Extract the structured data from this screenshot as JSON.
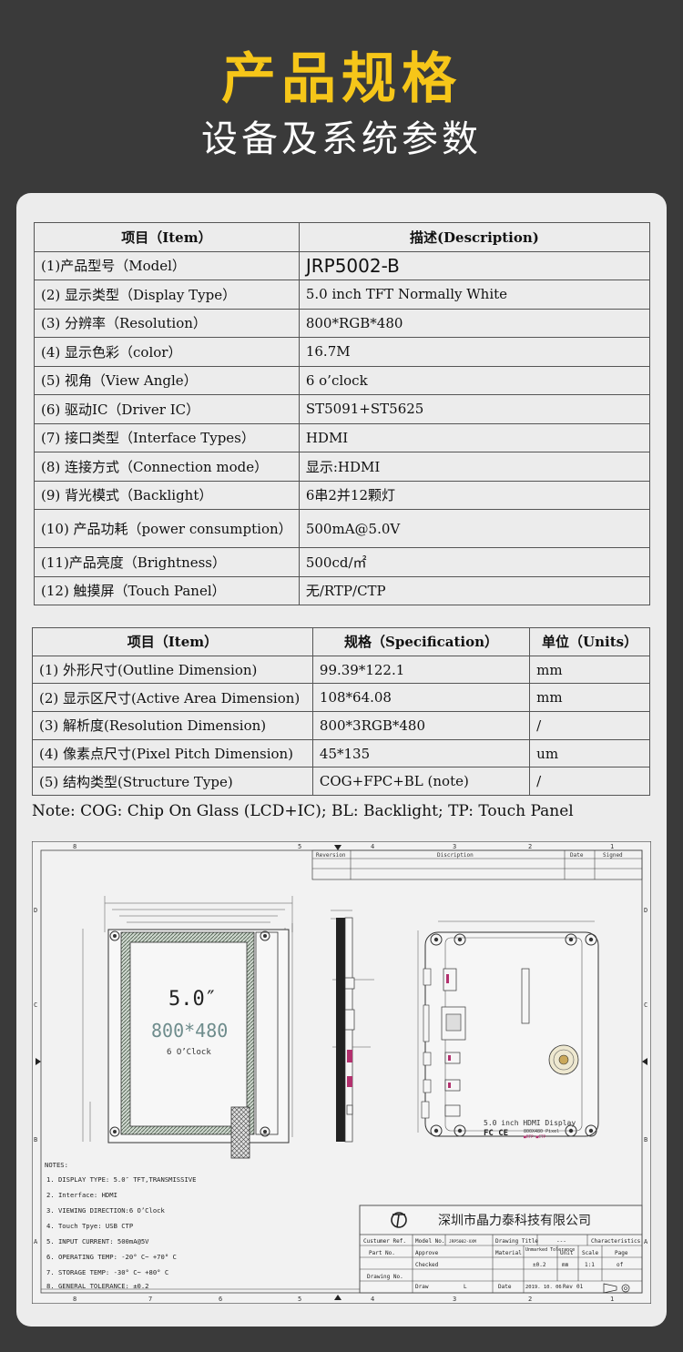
{
  "header": {
    "title": "产品规格",
    "subtitle": "设备及系统参数"
  },
  "table1": {
    "headers": [
      "项目（Item）",
      "描述(Description)"
    ],
    "rows": [
      [
        "(1)产品型号（Model）",
        "JRP5002-B"
      ],
      [
        "(2) 显示类型（Display Type）",
        "5.0 inch TFT Normally White"
      ],
      [
        "(3) 分辨率（Resolution）",
        "800*RGB*480"
      ],
      [
        "(4) 显示色彩（color）",
        "16.7M"
      ],
      [
        "(5) 视角（View Angle）",
        "6  o’clock"
      ],
      [
        "(6) 驱动IC（Driver IC）",
        "ST5091+ST5625"
      ],
      [
        "(7) 接口类型（Interface Types）",
        "HDMI"
      ],
      [
        "(8) 连接方式（Connection mode）",
        "显示:HDMI"
      ],
      [
        "(9) 背光模式（Backlight）",
        "6串2并12颗灯"
      ],
      [
        "(10) 产品功耗（power consumption）",
        "500mA@5.0V"
      ],
      [
        "(11)产品亮度（Brightness）",
        "500cd/㎡"
      ],
      [
        "(12) 触摸屏（Touch Panel）",
        "无/RTP/CTP"
      ]
    ]
  },
  "table2": {
    "headers": [
      "项目（Item）",
      "规格（Specification）",
      "单位（Units）"
    ],
    "rows": [
      [
        "(1) 外形尺寸(Outline Dimension)",
        "99.39*122.1",
        "mm"
      ],
      [
        "(2) 显示区尺寸(Active Area Dimension)",
        "108*64.08",
        "mm"
      ],
      [
        "(3) 解析度(Resolution Dimension)",
        "800*3RGB*480",
        "/"
      ],
      [
        "(4) 像素点尺寸(Pixel Pitch Dimension)",
        "45*135",
        "um"
      ],
      [
        "(5) 结构类型(Structure Type)",
        "COG+FPC+BL (note)",
        "/"
      ]
    ]
  },
  "note": "Note: COG: Chip On Glass (LCD+IC); BL: Backlight; TP: Touch Panel",
  "drawing": {
    "display_size": "5.0″",
    "resolution": "800*480",
    "view": "6 O’Clock",
    "board_label": "5.0 inch HDMI Display",
    "board_sub": "800X480 Pixel",
    "board_sub2": "■RTP ■CTP",
    "cert": "FC CE",
    "notes": [
      "NOTES:",
      "1. DISPLAY TYPE: 5.0″ TFT,TRANSMISSIVE",
      "2. Interface: HDMI",
      "3. VIEWING DIRECTION:6 O’Clock",
      "4. Touch Tpye: USB CTP",
      "5. INPUT CURRENT: 500mA@5V",
      "6. OPERATING TEMP: -20° C~ +70° C",
      "7. STORAGE TEMP: -30° C~ +80° C",
      "8. GENERAL TOLERANCE: ±0.2"
    ],
    "company": "深圳市晶力泰科技有限公司",
    "revision_headers": [
      "Reversion",
      "Discription",
      "Date",
      "Signed"
    ],
    "title_block": {
      "customer_ref": "Custumer Ref.",
      "model_no": "Model No.",
      "model_val": "JRP5002-XXM",
      "drawing_title": "Drawing Title",
      "drawing_title_val": "---",
      "characteristics": "Characteristics",
      "part_no": "Part No.",
      "approve": "Approve",
      "material": "Material",
      "unmarked": "Unmarked Tolerance",
      "unit": "Unit",
      "scale": "Scale",
      "page": "Page",
      "checked": "Checked",
      "tol_val": "±0.2",
      "unit_val": "mm",
      "scale_val": "1:1",
      "page_val": "of",
      "drawing_no": "Drawing No.",
      "draw": "Draw",
      "draw_val": "L",
      "date": "Date",
      "date_val": "2019. 10. 06",
      "rev": "Rev",
      "rev_val": "01"
    },
    "top_ruler": [
      "8",
      "5",
      "4",
      "3",
      "2",
      "1"
    ],
    "bottom_ruler": [
      "8",
      "7",
      "6",
      "5",
      "4",
      "3",
      "2",
      "1"
    ],
    "side_ruler": [
      "D",
      "C",
      "B",
      "A"
    ]
  }
}
